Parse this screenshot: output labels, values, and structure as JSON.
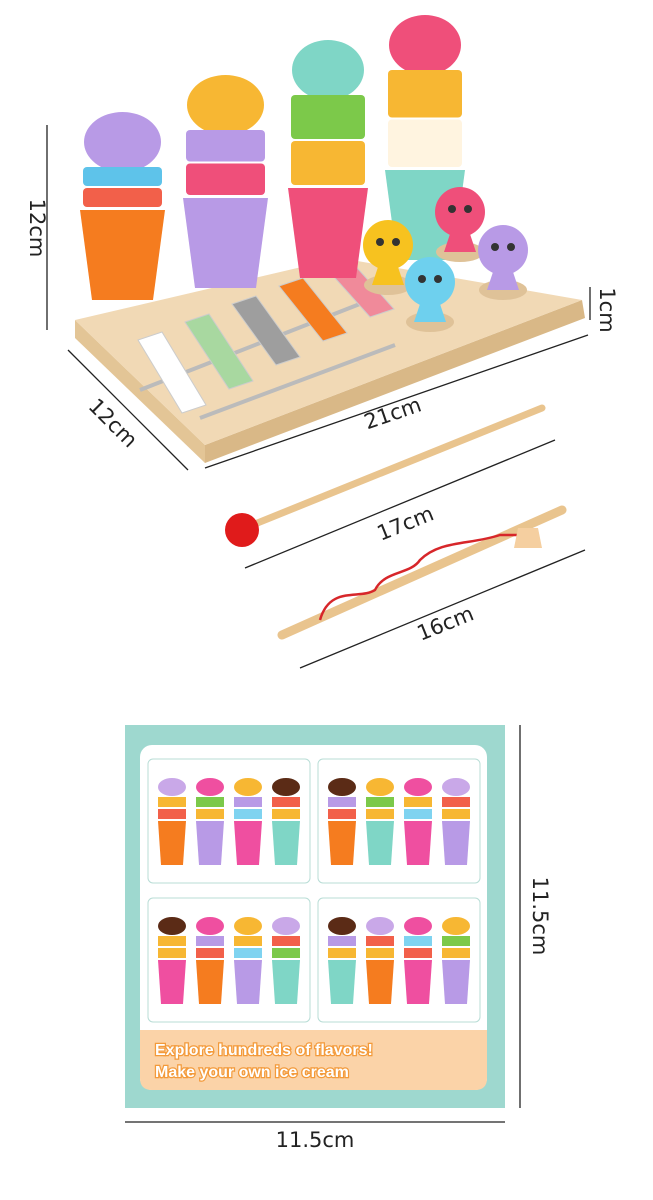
{
  "dimensions": {
    "height": "12cm",
    "depth": "12cm",
    "width": "21cm",
    "thickness": "1cm",
    "mallet": "17cm",
    "fishing_rod": "16cm",
    "card_height": "11.5cm",
    "card_width": "11.5cm"
  },
  "card": {
    "line1": "Explore hundreds of flavors!",
    "line2": "Make your own ice cream",
    "colors": {
      "border": "#9ed8cf",
      "band": "#fbd3a8",
      "text_outline": "#f39a3a"
    },
    "panels": [
      [
        [
          "#c9a8e8",
          "#f7b733",
          "#f2604a",
          "#f57c1f"
        ],
        [
          "#ef4fa0",
          "#7cc94a",
          "#f7b733",
          "#b89ae6"
        ],
        [
          "#f7b733",
          "#b89ae6",
          "#7fd3f0",
          "#ef4fa0"
        ],
        [
          "#5b2b16",
          "#f2604a",
          "#f7b733",
          "#7fd6c6"
        ]
      ],
      [
        [
          "#5b2b16",
          "#b89ae6",
          "#f2604a",
          "#f57c1f"
        ],
        [
          "#f7b733",
          "#7cc94a",
          "#f7b733",
          "#7fd6c6"
        ],
        [
          "#ef4fa0",
          "#f7b733",
          "#7fd3f0",
          "#ef4fa0"
        ],
        [
          "#c9a8e8",
          "#f2604a",
          "#f7b733",
          "#b89ae6"
        ]
      ],
      [
        [
          "#5b2b16",
          "#f7b733",
          "#f7b733",
          "#ef4fa0"
        ],
        [
          "#ef4fa0",
          "#b89ae6",
          "#f2604a",
          "#f57c1f"
        ],
        [
          "#f7b733",
          "#f7b733",
          "#7fd3f0",
          "#b89ae6"
        ],
        [
          "#c9a8e8",
          "#f2604a",
          "#7cc94a",
          "#7fd6c6"
        ]
      ],
      [
        [
          "#5b2b16",
          "#b89ae6",
          "#f7b733",
          "#7fd6c6"
        ],
        [
          "#c9a8e8",
          "#f2604a",
          "#f7b733",
          "#f57c1f"
        ],
        [
          "#ef4fa0",
          "#7fd3f0",
          "#f2604a",
          "#ef4fa0"
        ],
        [
          "#f7b733",
          "#7cc94a",
          "#f7b733",
          "#b89ae6"
        ]
      ]
    ]
  },
  "toy": {
    "stacks": [
      [
        "#b89ae6",
        "#5ec3ea",
        "#f2604a",
        "#f57c1f"
      ],
      [
        "#f7b733",
        "#b89ae6",
        "#ef4f7a",
        "#b89ae6"
      ],
      [
        "#7fd6c6",
        "#7cc94a",
        "#f7b733",
        "#ef4f7a"
      ],
      [
        "#ef4f7a",
        "#f7b733",
        "#fff4e0",
        "#7fd6c6"
      ]
    ],
    "fish": [
      "#f7c21f",
      "#ef4f7a",
      "#6ed0ee",
      "#b89ae6"
    ],
    "xylophone_bars": [
      "#ffffff",
      "#a8d8a0",
      "#9e9e9e",
      "#f57c1f",
      "#f08a9a"
    ],
    "wood": "#f1d9b5"
  }
}
